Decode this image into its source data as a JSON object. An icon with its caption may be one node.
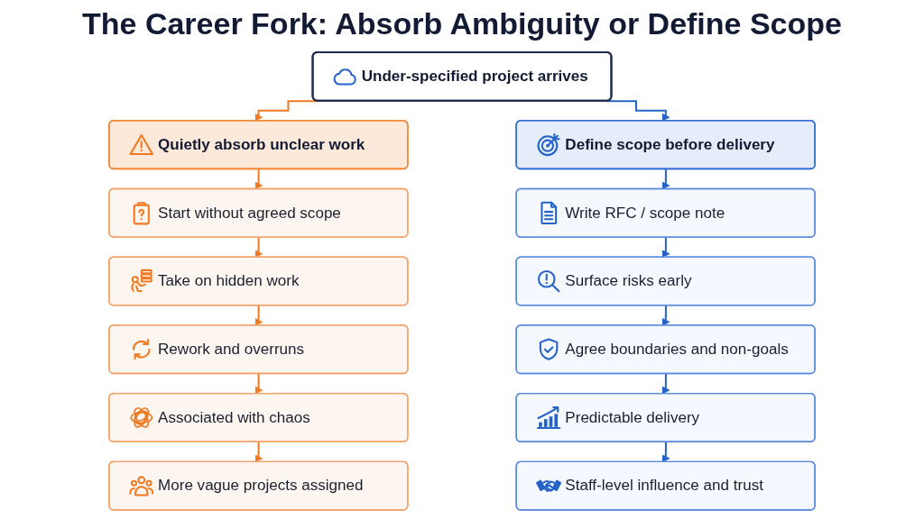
{
  "diagram": {
    "title": "The Career Fork: Absorb Ambiguity or Define Scope",
    "nodes": [
      {
        "text": [
          "Under-specified project arrives"
        ]
      },
      {
        "text": [
          "Quietly absorb unclear work"
        ]
      },
      {
        "text": [
          "Start without agreed scope"
        ]
      },
      {
        "text": [
          "Take on hidden work"
        ]
      },
      {
        "text": [
          "Rework and overruns"
        ]
      },
      {
        "text": [
          "Associated with chaos"
        ]
      },
      {
        "text": [
          "More vague projects assigned"
        ]
      },
      {
        "text": [
          "Define scope before delivery"
        ]
      },
      {
        "text": [
          "Write RFC / scope note"
        ]
      },
      {
        "text": [
          "Surface risks early"
        ]
      },
      {
        "text": [
          "Agree boundaries and non-goals"
        ]
      },
      {
        "text": [
          "Predictable delivery"
        ]
      },
      {
        "text": [
          "Staff-level influence and trust"
        ]
      }
    ],
    "edges": [
      {
        "from": 0,
        "to": 1,
        "arrow": "to",
        "color": "#f07a22"
      },
      {
        "from": 0,
        "to": 7,
        "arrow": "to",
        "color": "#2563c9"
      },
      {
        "from": 1,
        "to": 2,
        "arrow": "to",
        "color": "#f07a22"
      },
      {
        "from": 2,
        "to": 3,
        "arrow": "to",
        "color": "#f07a22"
      },
      {
        "from": 3,
        "to": 4,
        "arrow": "to",
        "color": "#f07a22"
      },
      {
        "from": 4,
        "to": 5,
        "arrow": "to",
        "color": "#f07a22"
      },
      {
        "from": 5,
        "to": 6,
        "arrow": "to",
        "color": "#f07a22"
      },
      {
        "from": 7,
        "to": 8,
        "arrow": "to",
        "color": "#2563c9"
      },
      {
        "from": 8,
        "to": 9,
        "arrow": "to",
        "color": "#2563c9"
      },
      {
        "from": 9,
        "to": 10,
        "arrow": "to",
        "color": "#2563c9"
      },
      {
        "from": 10,
        "to": 11,
        "arrow": "to",
        "color": "#2563c9"
      },
      {
        "from": 11,
        "to": 12,
        "arrow": "to",
        "color": "#2563c9"
      }
    ]
  }
}
